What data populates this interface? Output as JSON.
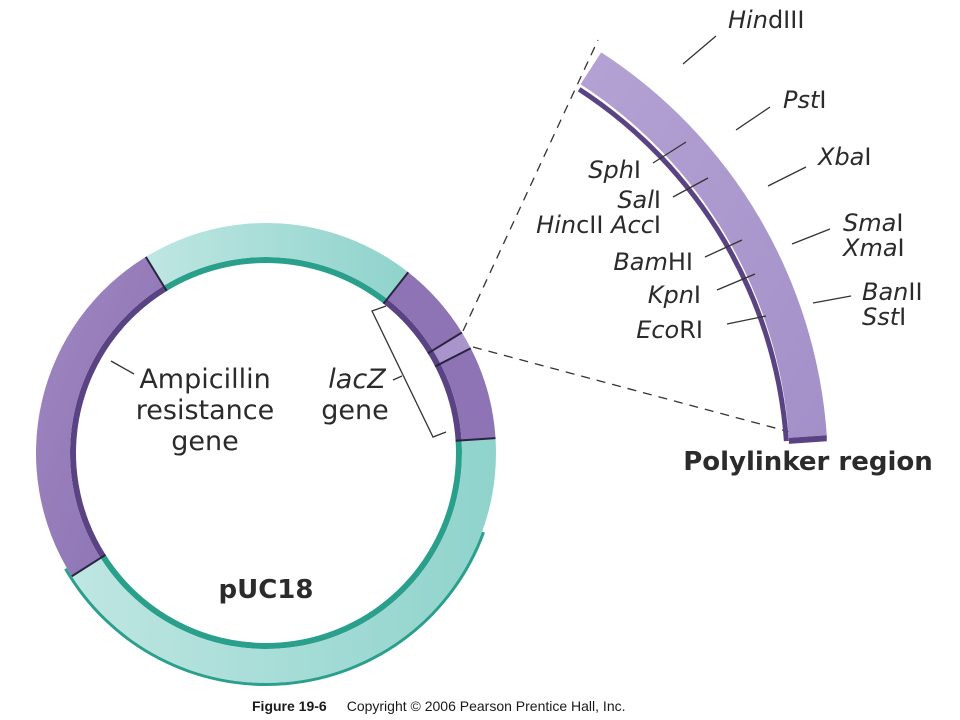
{
  "figure": {
    "caption_label": "Figure 19-6",
    "caption_text": "Copyright © 2006 Pearson Prentice Hall, Inc."
  },
  "plasmid": {
    "name": "pUC18",
    "segments": [
      {
        "id": "ampicillin",
        "type": "gene",
        "color": "#9a80bd"
      },
      {
        "id": "backbone-top",
        "type": "backbone",
        "color": "#a8dcd8"
      },
      {
        "id": "lacz-upper",
        "type": "gene",
        "color": "#8f74b5"
      },
      {
        "id": "polylinker",
        "type": "polylinker",
        "color": "#a994cc"
      },
      {
        "id": "lacz-lower",
        "type": "gene",
        "color": "#8f74b5"
      },
      {
        "id": "backbone-bottom",
        "type": "backbone",
        "color": "#a8dcd8"
      }
    ],
    "labels": {
      "amp_line1": "Ampicillin",
      "amp_line2": "resistance",
      "amp_line3": "gene",
      "lacz_italic": "lac",
      "lacz_z": "Z",
      "lacz_line2": "gene"
    }
  },
  "polylinker": {
    "title": "Polylinker region",
    "color": "#a994cc",
    "shadow_color": "#5a4383",
    "sites": [
      {
        "italic": "Hin",
        "roman": "dIII",
        "side": "right"
      },
      {
        "italic": "Pst",
        "roman": "I",
        "side": "right"
      },
      {
        "italic": "Xba",
        "roman": "I",
        "side": "right"
      },
      {
        "italic": "Sph",
        "roman": "I",
        "side": "left"
      },
      {
        "italic": "Sal",
        "roman": "I",
        "side": "left"
      },
      {
        "italic": "Hin",
        "roman": "cII",
        "side": "left"
      },
      {
        "italic": "Acc",
        "roman": "I",
        "side": "left"
      },
      {
        "italic": "Sma",
        "roman": "I",
        "side": "right"
      },
      {
        "italic": "Xma",
        "roman": "I",
        "side": "right"
      },
      {
        "italic": "Bam",
        "roman": "HI",
        "side": "left"
      },
      {
        "italic": "Kpn",
        "roman": "I",
        "side": "left"
      },
      {
        "italic": "Ban",
        "roman": "II",
        "side": "right"
      },
      {
        "italic": "Sst",
        "roman": "I",
        "side": "right"
      },
      {
        "italic": "Eco",
        "roman": "RI",
        "side": "left"
      }
    ]
  },
  "colors": {
    "teal_light": "#b5e3df",
    "teal_dark": "#2aa08c",
    "purple": "#9a80bd",
    "purple_dark": "#5a4383"
  }
}
